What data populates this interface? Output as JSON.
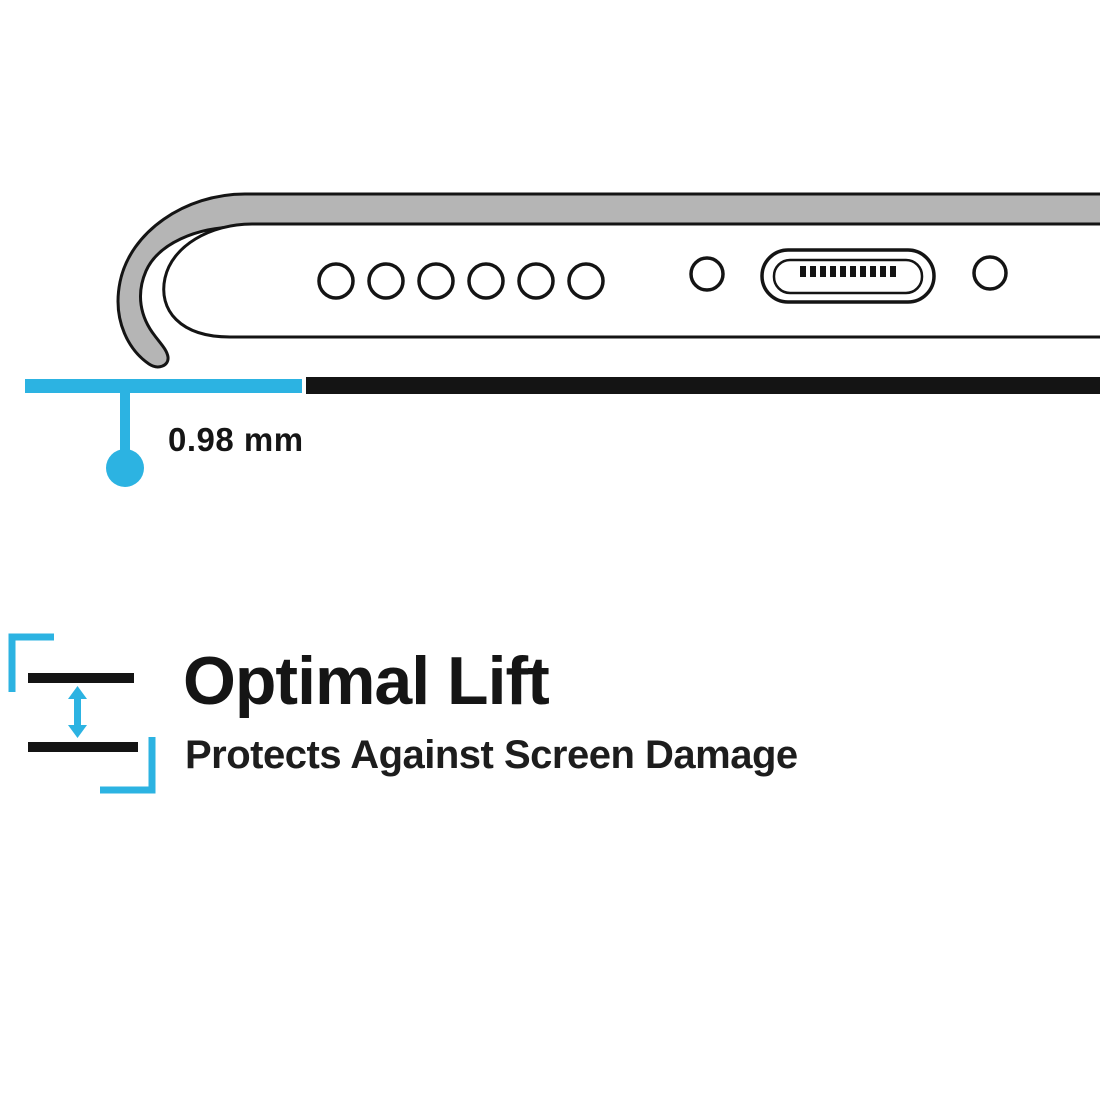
{
  "colors": {
    "accent_cyan": "#2cb3e2",
    "line_black": "#141414",
    "case_gray": "#b5b5b5",
    "phone_white": "#ffffff"
  },
  "measurement": {
    "value": "0.98 mm"
  },
  "feature": {
    "title": "Optimal Lift",
    "subtitle": "Protects Against Screen Damage"
  },
  "illustration": {
    "description": "Cross-section of phone bottom edge inside a raised-lip case",
    "speaker_hole_count": 6,
    "port_pin_count": 10,
    "parts": [
      "case-lip",
      "phone-bottom-edge",
      "speaker-holes",
      "mic-hole-left",
      "charging-port",
      "mic-hole-right",
      "lift-gap-bar",
      "lift-measure-pointer",
      "lift-gap-icon"
    ]
  }
}
